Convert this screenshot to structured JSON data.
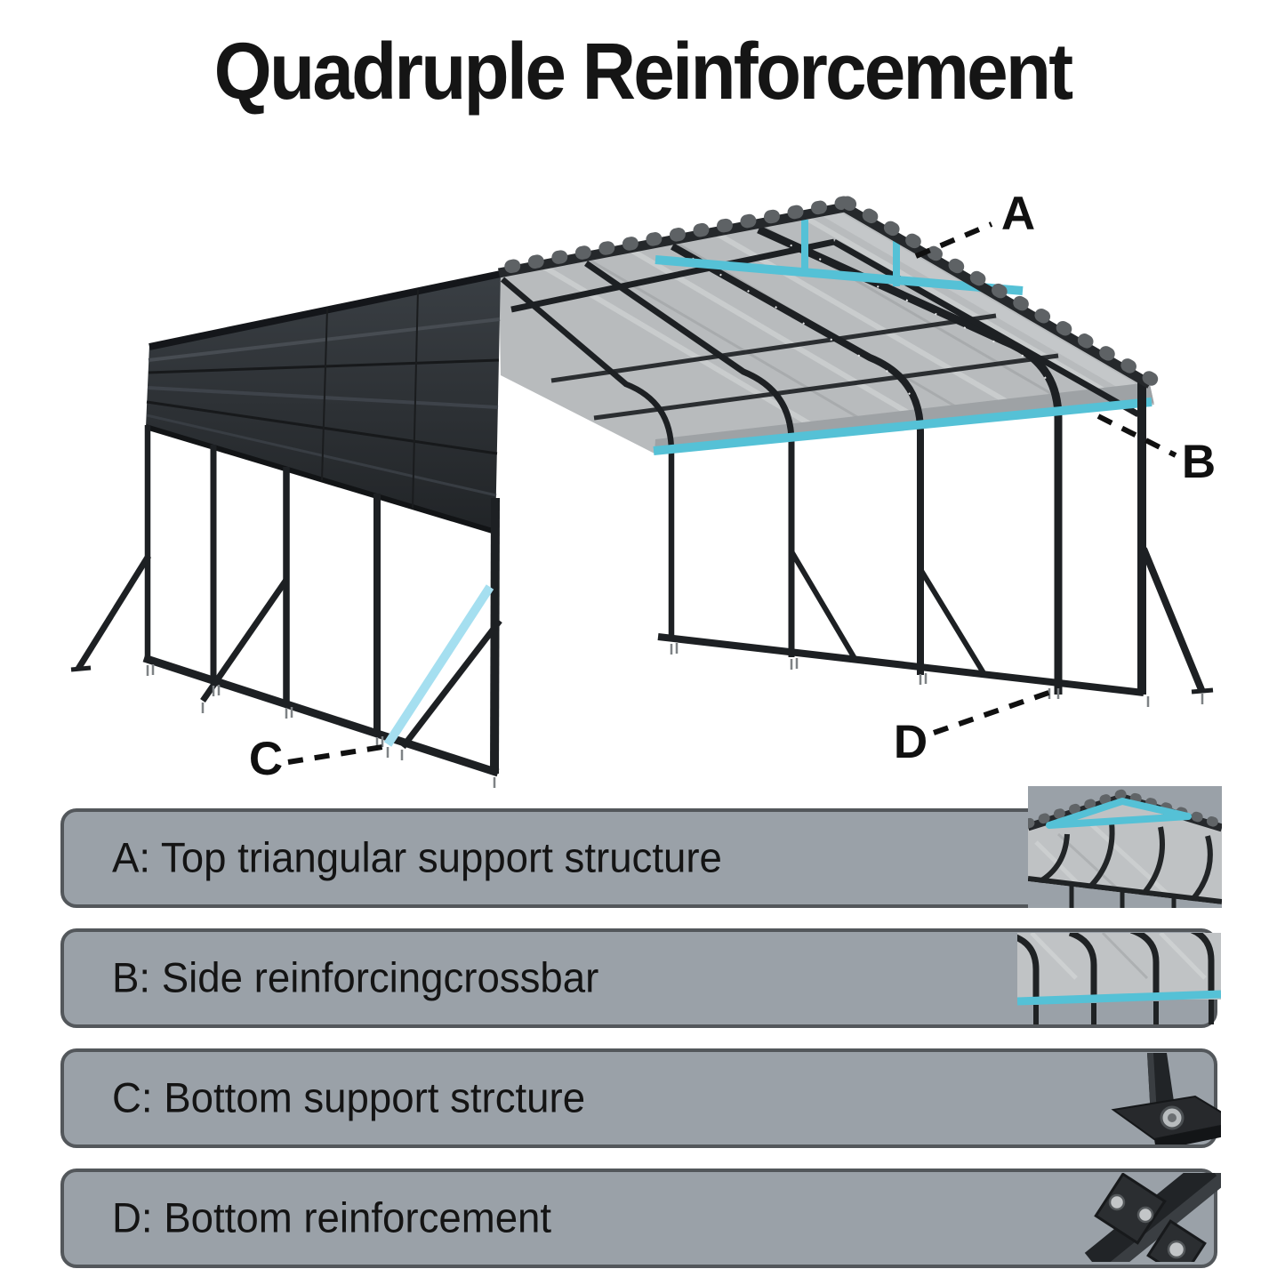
{
  "title": "Quadruple Reinforcement",
  "colors": {
    "accent_cyan": "#55c1d6",
    "light_cyan": "#a5dff0",
    "row_background": "#9aa1a8",
    "row_border": "#53575b",
    "metal_dark": "#1e2124",
    "dark_panel": "#2f3337",
    "roof_underside_gray": "#b8bbbd",
    "text": "#141414"
  },
  "callouts": [
    {
      "letter": "A"
    },
    {
      "letter": "B"
    },
    {
      "letter": "C"
    },
    {
      "letter": "D"
    }
  ],
  "legend_rows": [
    {
      "id": "A",
      "text": "A: Top triangular support structure",
      "thumb_icon": "roof-corner-triangle-icon"
    },
    {
      "id": "B",
      "text": "B: Side reinforcingcrossbar",
      "thumb_icon": "side-crossbar-icon"
    },
    {
      "id": "C",
      "text": "C: Bottom support strcture",
      "thumb_icon": "base-plate-icon"
    },
    {
      "id": "D",
      "text": "D: Bottom reinforcement",
      "thumb_icon": "bottom-bracket-icon"
    }
  ]
}
